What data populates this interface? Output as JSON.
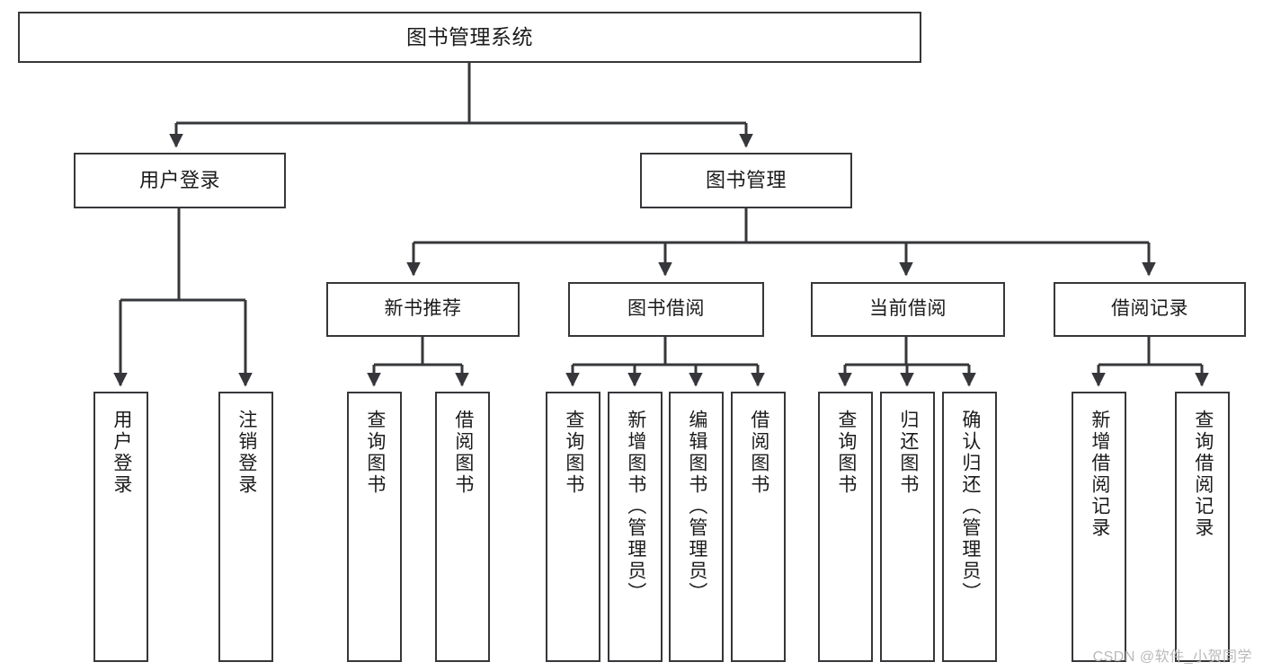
{
  "diagram": {
    "title": "图书管理系统",
    "type": "tree-hierarchy-chart",
    "colors": {
      "box_border": "#36373a",
      "box_fill": "#ffffff",
      "connector": "#36373a",
      "text": "#1b1b1b",
      "watermark": "#b9b9b9"
    },
    "root": {
      "label": "图书管理系统"
    },
    "level2": [
      {
        "label": "用户登录"
      },
      {
        "label": "图书管理"
      }
    ],
    "level3": [
      {
        "label": "新书推荐"
      },
      {
        "label": "图书借阅"
      },
      {
        "label": "当前借阅"
      },
      {
        "label": "借阅记录"
      }
    ],
    "leaves": {
      "user_login": [
        {
          "label": "用户登录"
        },
        {
          "label": "注销登录"
        }
      ],
      "new_book_recommend": [
        {
          "label": "查询图书"
        },
        {
          "label": "借阅图书"
        }
      ],
      "book_borrow": [
        {
          "label": "查询图书"
        },
        {
          "label": "新增图书（管理员）"
        },
        {
          "label": "编辑图书（管理员）"
        },
        {
          "label": "借阅图书"
        }
      ],
      "current_borrow": [
        {
          "label": "查询图书"
        },
        {
          "label": "归还图书"
        },
        {
          "label": "确认归还（管理员）"
        }
      ],
      "borrow_record": [
        {
          "label": "新增借阅记录"
        },
        {
          "label": "查询借阅记录"
        }
      ]
    }
  },
  "watermark": {
    "text": "CSDN @软件_小贺同学"
  }
}
